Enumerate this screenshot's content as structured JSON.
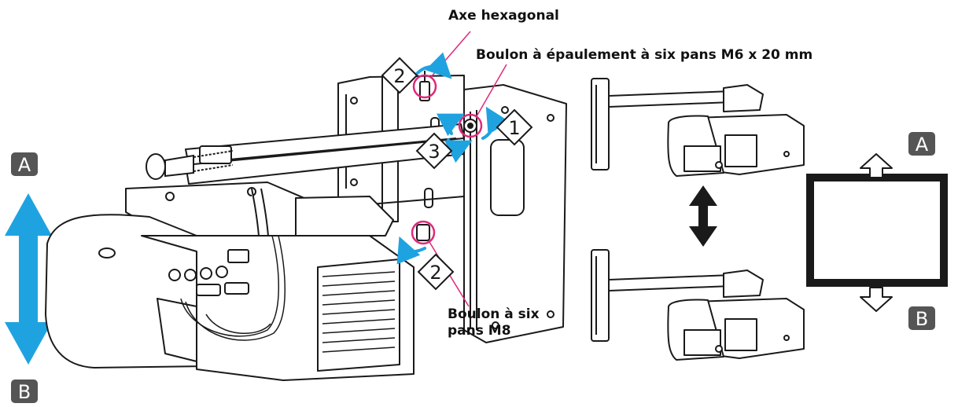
{
  "labels": {
    "hex_axis": "Axe hexagonal",
    "shoulder_bolt": "Boulon à épaulement à six pans M6 x 20 mm",
    "hex_bolt_line1": "Boulon à six",
    "hex_bolt_line2": "pans M8"
  },
  "step_numbers": {
    "step_1": "1",
    "step_2_top": "2",
    "step_2_bottom": "2",
    "step_3": "3"
  },
  "letters": {
    "left_top": "A",
    "left_bottom": "B",
    "right_top": "A",
    "right_bottom": "B"
  },
  "colors": {
    "arrow_blue": "#1fa3e0",
    "callout_magenta": "#e0287a",
    "line_art": "#1a1a1a",
    "letter_box_bg": "#555555"
  },
  "icons": {
    "projector": "projector-icon",
    "wall_plate": "wall-plate-icon",
    "screen": "screen-icon"
  }
}
